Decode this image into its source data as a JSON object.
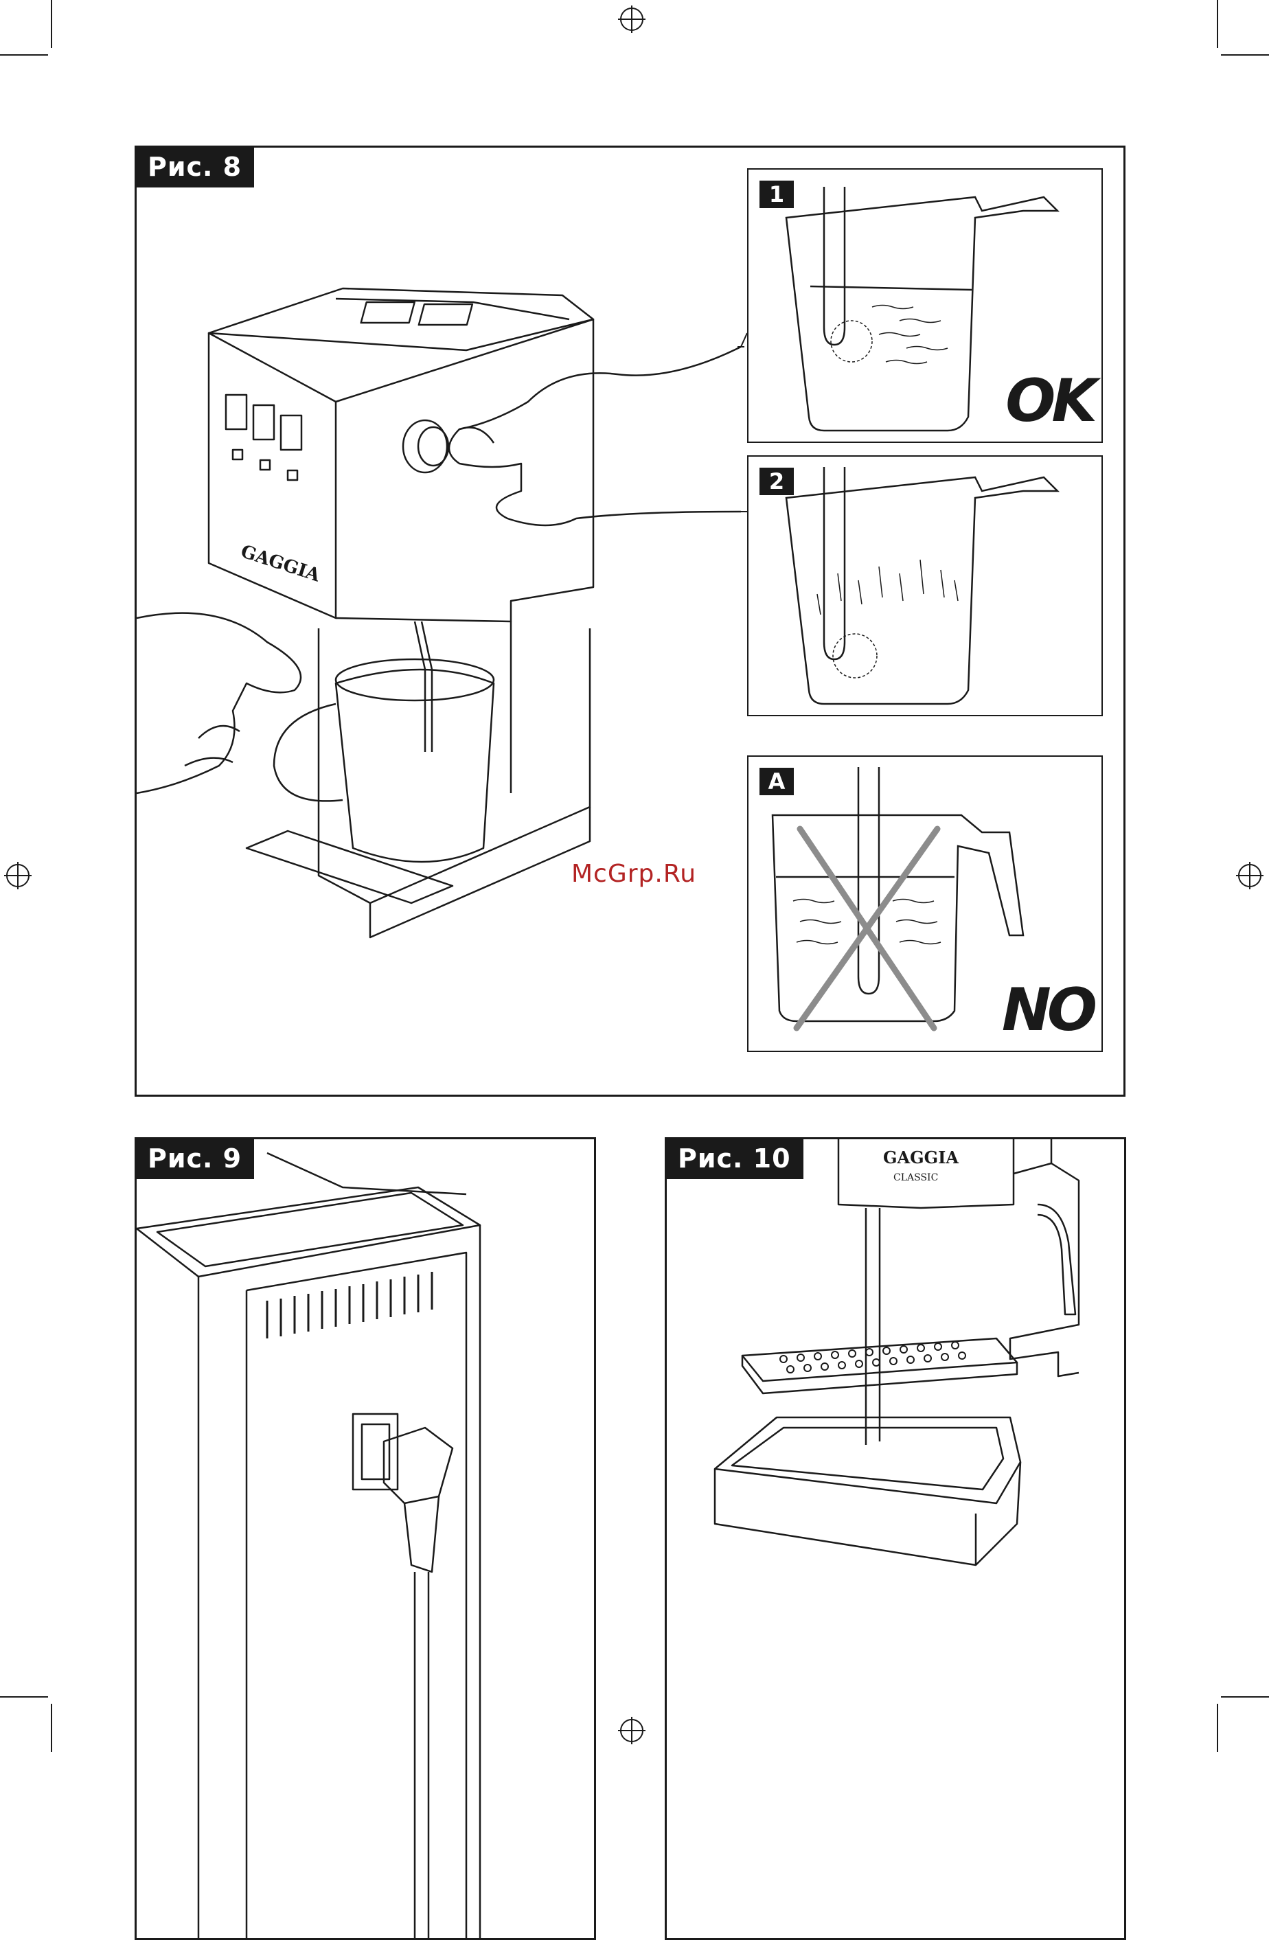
{
  "figures": {
    "fig8": {
      "label": "Рис. 8"
    },
    "fig9": {
      "label": "Рис. 9"
    },
    "fig10": {
      "label": "Рис. 10"
    }
  },
  "steps": {
    "step1": {
      "number": "1",
      "verdict": "OK"
    },
    "step2": {
      "number": "2"
    },
    "stepA": {
      "letter": "A",
      "verdict": "NO"
    }
  },
  "logos": {
    "brand": "GAGGIA",
    "model": "CLASSIC"
  },
  "watermark": "McGrp.Ru",
  "colors": {
    "ink": "#1a1a1a",
    "watermark": "#b32323",
    "cross": "#8c8c8c"
  }
}
